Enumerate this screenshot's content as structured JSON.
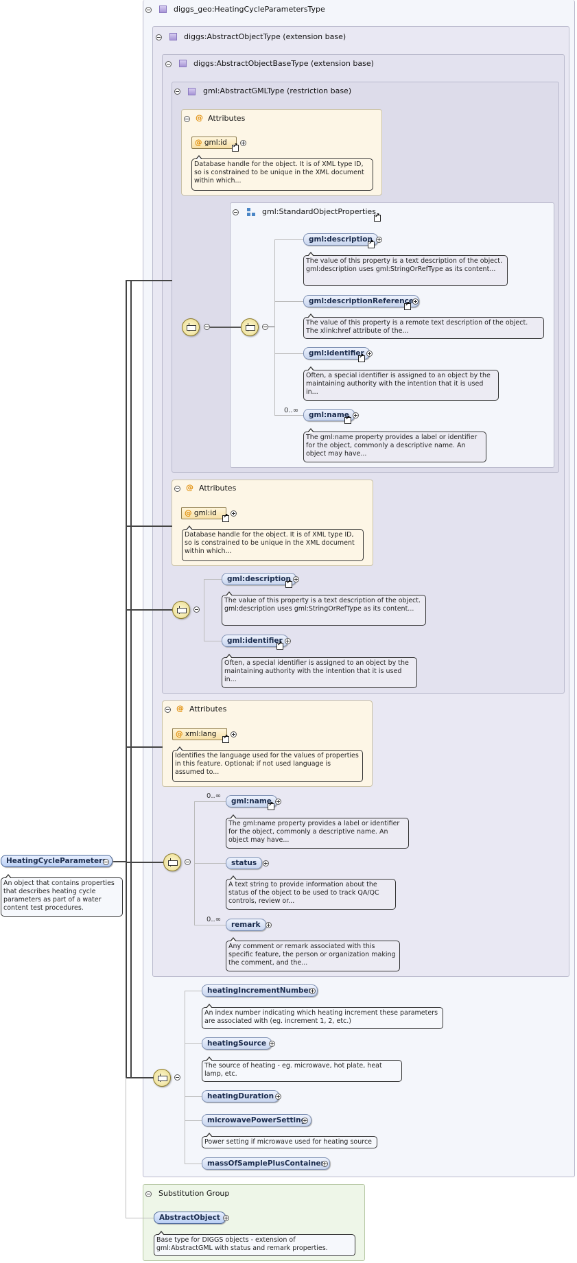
{
  "root": {
    "name": "HeatingCycleParameters",
    "description": "An object that contains properties that describes heating cycle parameters as part of a water content test procedures."
  },
  "types": {
    "heating_cycle_type": "diggs_geo:HeatingCycleParametersType",
    "abstract_object_type": "diggs:AbstractObjectType (extension base)",
    "abstract_object_base_type": "diggs:AbstractObjectBaseType (extension base)",
    "abstract_gml_type": "gml:AbstractGMLType (restriction base)",
    "standard_object_properties": "gml:StandardObjectProperties"
  },
  "attributes_label": "Attributes",
  "attr_gml_id": {
    "name": "gml:id",
    "description": "Database handle for the object. It is of XML type ID, so is constrained to be unique in the XML document within which..."
  },
  "attr_xml_lang": {
    "name": "xml:lang",
    "description": "Identifies the language used for the values of properties in this feature. Optional; if not used language is assumed to..."
  },
  "std_props": {
    "description": {
      "name": "gml:description",
      "desc": "The value of this property is a text description of the object. gml:description uses gml:StringOrRefType as its content..."
    },
    "description_reference": {
      "name": "gml:descriptionReference",
      "desc": "The value of this property is a remote text description of the object. The xlink:href attribute of the..."
    },
    "identifier": {
      "name": "gml:identifier",
      "desc": "Often, a special identifier is assigned to an object by the maintaining authority with the intention that it is used in..."
    },
    "name": {
      "name": "gml:name",
      "desc": "The gml:name property provides a label or identifier for the object, commonly a descriptive name. An object may have..."
    },
    "mult_name": "0..∞"
  },
  "base_props": {
    "description": {
      "name": "gml:description",
      "desc": "The value of this property is a text description of the object. gml:description uses gml:StringOrRefType as its content..."
    },
    "identifier": {
      "name": "gml:identifier",
      "desc": "Often, a special identifier is assigned to an object by the maintaining authority with the intention that it is used in..."
    }
  },
  "object_props": {
    "name": {
      "name": "gml:name",
      "desc": "The gml:name property provides a label or identifier for the object, commonly a descriptive name. An object may have...",
      "mult": "0..∞"
    },
    "status": {
      "name": "status",
      "desc": "A text string to provide information about the status of the object to be used to track QA/QC controls, review or..."
    },
    "remark": {
      "name": "remark",
      "desc": "Any comment or remark associated with this specific feature, the person or organization making the comment, and the...",
      "mult": "0..∞"
    }
  },
  "heating_props": {
    "increment": {
      "name": "heatingIncrementNumber",
      "desc": "An index number indicating which heating increment these parameters are associated with (eg. increment 1, 2, etc.)"
    },
    "source": {
      "name": "heatingSource",
      "desc": "The source of heating - eg. microwave, hot plate, heat lamp, etc."
    },
    "duration": {
      "name": "heatingDuration"
    },
    "microwave": {
      "name": "microwavePowerSetting",
      "desc": "Power setting if microwave used for heating source"
    },
    "mass": {
      "name": "massOfSamplePlusContainer"
    }
  },
  "substitution": {
    "label": "Substitution Group",
    "element": "AbstractObject",
    "desc": "Base type for DIGGS objects - extension of gml:AbstractGML with status and remark properties."
  }
}
